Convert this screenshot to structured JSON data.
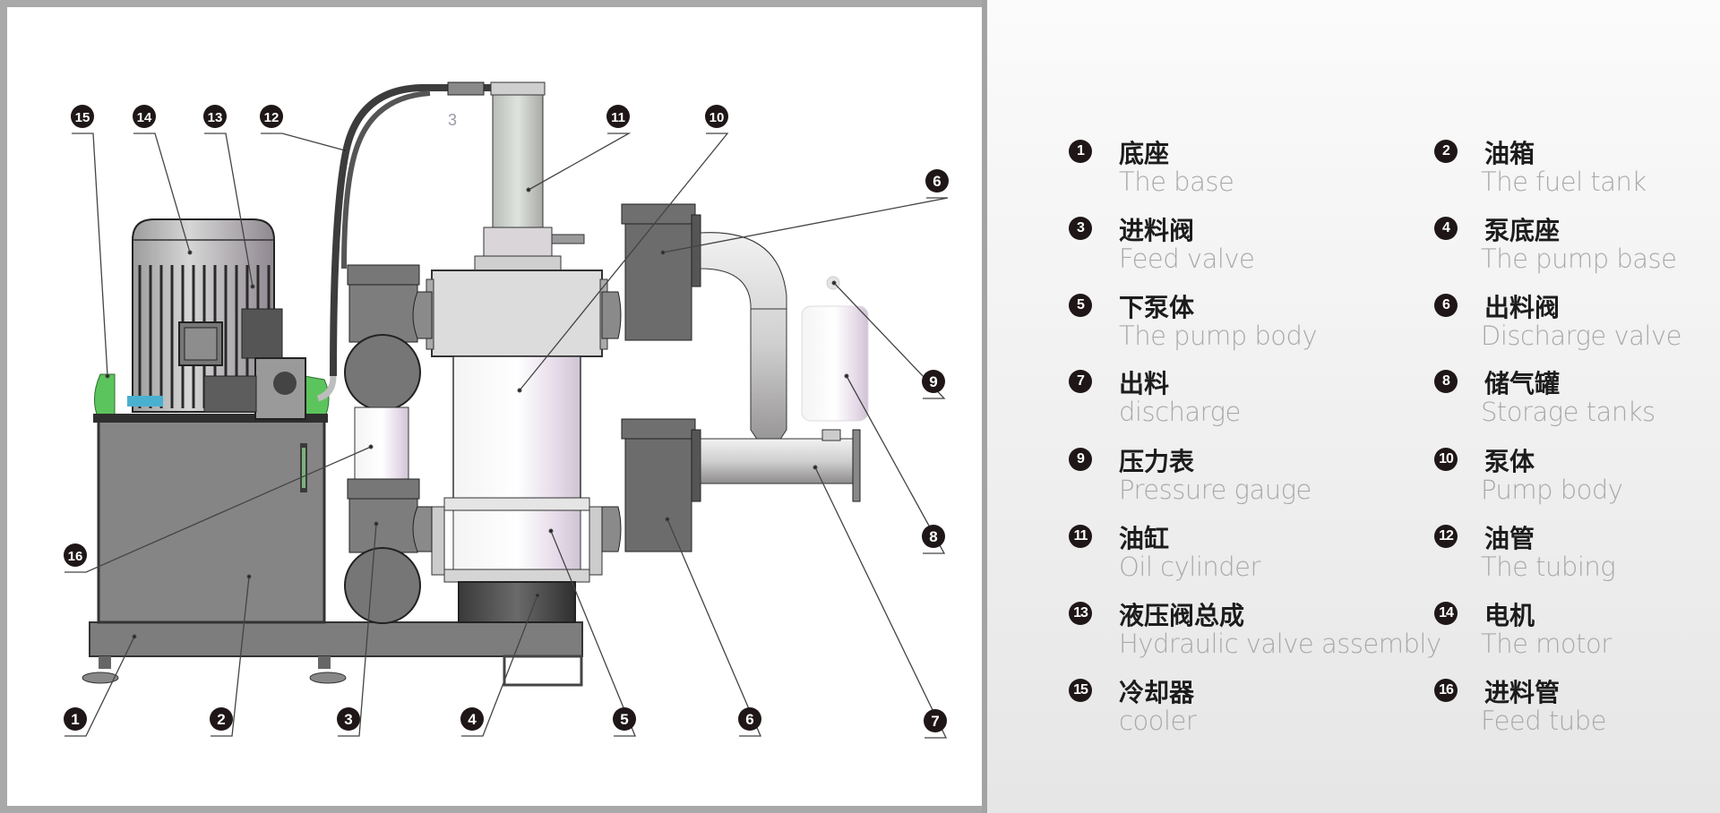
{
  "diagram": {
    "title": "Pump assembly component diagram",
    "callouts": [
      {
        "num": "15"
      },
      {
        "num": "14"
      },
      {
        "num": "13"
      },
      {
        "num": "12"
      },
      {
        "num": "11"
      },
      {
        "num": "10"
      },
      {
        "num": "6"
      },
      {
        "num": "9"
      },
      {
        "num": "8"
      },
      {
        "num": "16"
      },
      {
        "num": "1"
      },
      {
        "num": "2"
      },
      {
        "num": "3"
      },
      {
        "num": "4"
      },
      {
        "num": "5"
      },
      {
        "num": "6"
      },
      {
        "num": "7"
      }
    ],
    "faint_label": "3"
  },
  "legend": {
    "items": [
      {
        "num": "1",
        "cn": "底座",
        "en": "The  base"
      },
      {
        "num": "2",
        "cn": "油箱",
        "en": "The fuel tank"
      },
      {
        "num": "3",
        "cn": "进料阀",
        "en": "Feed valve"
      },
      {
        "num": "4",
        "cn": "泵底座",
        "en": "The pump base"
      },
      {
        "num": "5",
        "cn": "下泵体",
        "en": "The pump body"
      },
      {
        "num": "6",
        "cn": "出料阀",
        "en": "Discharge valve"
      },
      {
        "num": "7",
        "cn": "出料",
        "en": "discharge"
      },
      {
        "num": "8",
        "cn": "储气罐",
        "en": "Storage tanks"
      },
      {
        "num": "9",
        "cn": "压力表",
        "en": "Pressure gauge"
      },
      {
        "num": "10",
        "cn": "泵体",
        "en": "Pump body"
      },
      {
        "num": "11",
        "cn": "油缸",
        "en": "Oil cylinder"
      },
      {
        "num": "12",
        "cn": "油管",
        "en": "The tubing"
      },
      {
        "num": "13",
        "cn": "液压阀总成",
        "en": "Hydraulic valve assembly"
      },
      {
        "num": "14",
        "cn": "电机",
        "en": "The motor"
      },
      {
        "num": "15",
        "cn": "冷却器",
        "en": "cooler"
      },
      {
        "num": "16",
        "cn": "进料管",
        "en": "Feed tube"
      }
    ]
  }
}
